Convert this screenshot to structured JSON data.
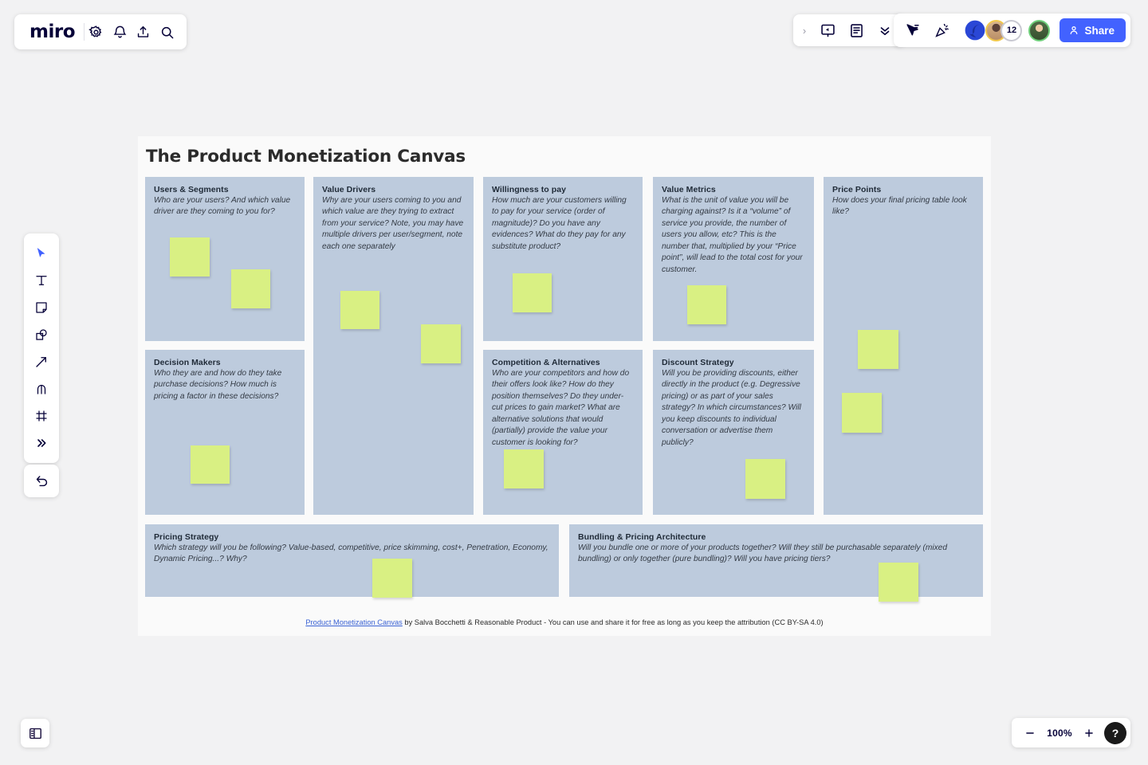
{
  "app": {
    "brand": "miro",
    "zoom_level": "100%",
    "help_label": "?"
  },
  "brandbar_icons": [
    {
      "name": "gear-icon",
      "label": "Settings"
    },
    {
      "name": "bell-icon",
      "label": "Notifications"
    },
    {
      "name": "upload-icon",
      "label": "Upload"
    },
    {
      "name": "search-icon",
      "label": "Search"
    }
  ],
  "topbar_right": {
    "chevron_label": "›",
    "icons": [
      {
        "name": "presentation-icon",
        "label": "Presentation mode"
      },
      {
        "name": "notes-icon",
        "label": "Notes"
      },
      {
        "name": "chevrons-down-icon",
        "label": "More"
      }
    ],
    "tools": [
      {
        "name": "cursor-share-icon",
        "label": "Follow cursor"
      },
      {
        "name": "party-popper-icon",
        "label": "Reactions"
      }
    ],
    "collaborator_count": "12",
    "share_label": "Share",
    "share_color": "#4262ff"
  },
  "left_toolbar": [
    {
      "name": "select-tool",
      "label": "Select"
    },
    {
      "name": "text-tool",
      "label": "Text"
    },
    {
      "name": "sticky-note-tool",
      "label": "Sticky note"
    },
    {
      "name": "shapes-tool",
      "label": "Shapes"
    },
    {
      "name": "connector-tool",
      "label": "Connection line"
    },
    {
      "name": "pen-tool",
      "label": "Pen"
    },
    {
      "name": "frame-tool",
      "label": "Frame"
    },
    {
      "name": "more-tools",
      "label": "More tools"
    }
  ],
  "left_toolbar_undo": {
    "name": "undo-tool",
    "label": "Undo"
  },
  "bottom_left": {
    "name": "panel-toggle",
    "label": "Toggle panel"
  },
  "board": {
    "title": "The Product Monetization Canvas",
    "cells": [
      {
        "id": "users-segments",
        "heading": "Users & Segments",
        "body": "Who are your users? And which value driver are they coming to you for?"
      },
      {
        "id": "value-drivers",
        "heading": "Value Drivers",
        "body": "Why   are your users coming to you and which value are they trying to extract from   your service? Note, you may have multiple drivers per user/segment, note each   one separately"
      },
      {
        "id": "willingness-to-pay",
        "heading": "Willingness to pay",
        "body": "How much are your customers willing to pay for your service (order of magnitude)? Do you have any evidences? What do they pay for any substitute product?"
      },
      {
        "id": "value-metrics",
        "heading": "Value Metrics",
        "body": "What   is the unit of value you will be charging against? Is it a “volume” of service you provide, the number of users you allow, etc? This is the number   that, multiplied by your “Price point”, will lead to the total cost for your   customer."
      },
      {
        "id": "price-points",
        "heading": "Price Points",
        "body": "How   does your final pricing table look like?"
      },
      {
        "id": "decision-makers",
        "heading": "Decision Makers",
        "body": "Who they are and how do they take purchase decisions? How much is pricing a factor in these decisions?"
      },
      {
        "id": "competition-alternatives",
        "heading": "Competition & Alternatives",
        "body": "Who are your competitors and how do their offers look like? How do they position themselves?  Do they under-cut prices to gain market? What are alternative solutions that would (partially) provide the value your customer is looking for?"
      },
      {
        "id": "discount-strategy",
        "heading": "Discount Strategy",
        "body": "Will you be providing discounts, either directly in the product (e.g. Degressive pricing) or as part of your sales strategy? In which circumstances? Will you keep discounts to individual conversation or advertise them publicly?"
      },
      {
        "id": "pricing-strategy",
        "heading": "Pricing Strategy",
        "body": "Which strategy will you be following? Value-based, competitive, price skimming, cost+, Penetration, Economy, Dynamic Pricing...?  Why?"
      },
      {
        "id": "bundling-pricing-architecture",
        "heading": "Bundling & Pricing Architecture",
        "body": "Will you bundle one or more of your products together? Will they still be purchasable separately (mixed bundling) or only together (pure bundling)? Will you have pricing tiers?"
      }
    ],
    "sticky_color": "#d9f083",
    "cell_color": "#bdcbdd",
    "credit": {
      "link_text": "Product Monetization Canvas",
      "rest": " by Salva Bocchetti & Reasonable Product -  You can use and share it for free as long as you keep the attribution (CC BY-SA 4.0)"
    }
  }
}
